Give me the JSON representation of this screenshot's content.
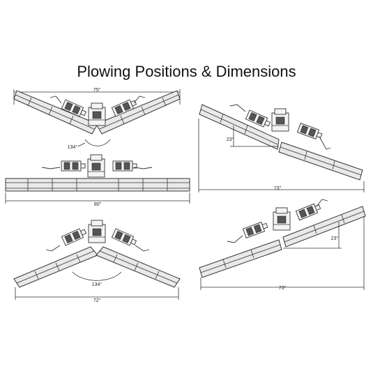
{
  "title": "Plowing Positions & Dimensions",
  "positions": {
    "v_top": {
      "width_label": "75\"",
      "angle_label": "134°"
    },
    "straight": {
      "width_label": "80\""
    },
    "scoop": {
      "width_label": "72\"",
      "angle_label": "134°"
    },
    "angle_left": {
      "width_label": "73\"",
      "angle_label": "23°"
    },
    "angle_right": {
      "width_label": "73\"",
      "angle_label": "23°"
    }
  },
  "colors": {
    "line": "#333333",
    "blade_fill": "#e9e9e9",
    "background": "#ffffff"
  }
}
